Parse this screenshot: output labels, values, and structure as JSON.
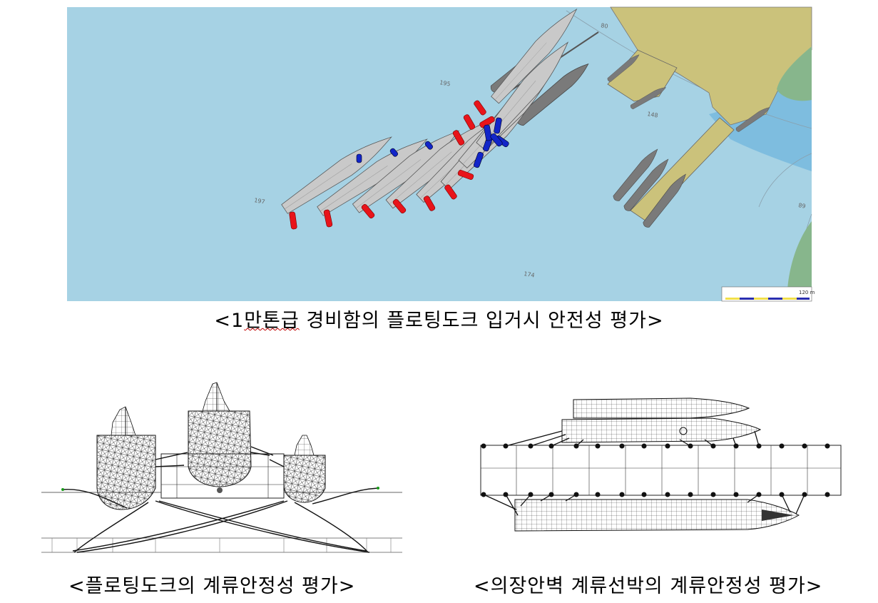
{
  "top_map": {
    "depth_labels": [
      "80",
      "195",
      "148",
      "197",
      "174",
      "89"
    ],
    "scale_label": "120 m",
    "colors": {
      "water": "#a6d2e4",
      "deep": "#7ebddf",
      "land": "#cbc27b",
      "green": "#87b68c",
      "ship": "#c9c9c9",
      "tug": "#7a7a7a",
      "red": "#e8141a",
      "blue": "#1225c8"
    }
  },
  "captions": {
    "top_prefix": "<1",
    "top_underlined": "만톤급",
    "top_rest": " 경비함의 플로팅도크 입거시 안전성 평가>",
    "bottom_left": "<플로팅도크의 계류안정성 평가>",
    "bottom_right": "<의장안벽 계류선박의 계류안정성 평가>"
  }
}
